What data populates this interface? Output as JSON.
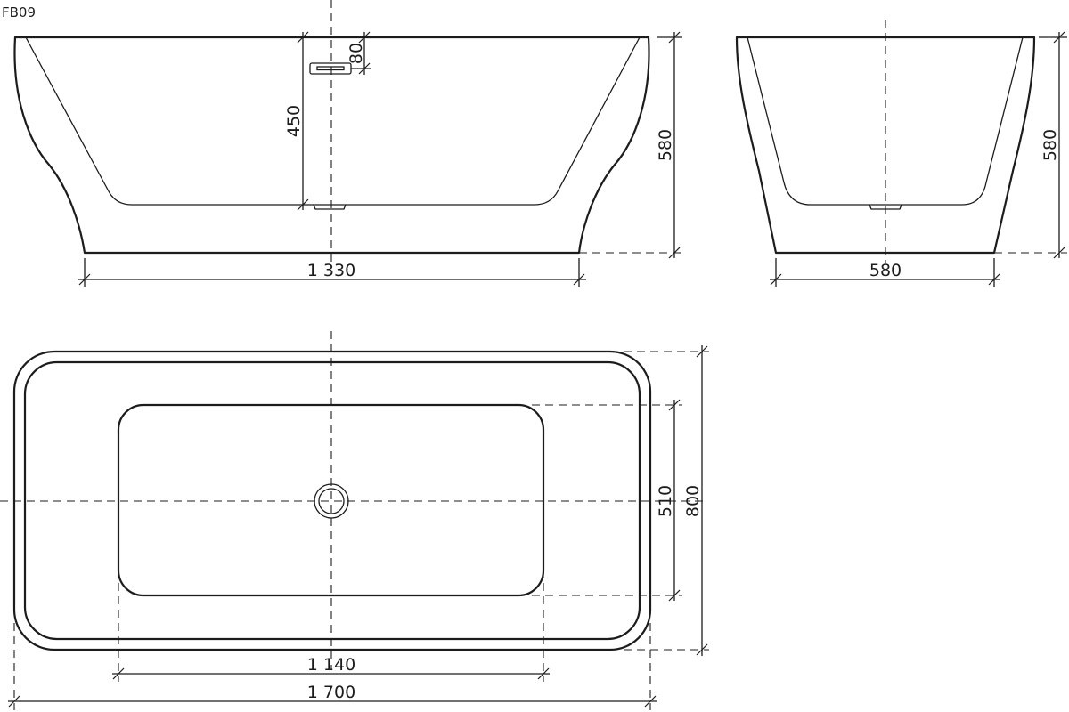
{
  "model_label": "FB09",
  "side_view": {
    "dimensions": {
      "overflow_offset": "80",
      "overflow_height": "450",
      "height": "580",
      "base_length": "1 330"
    }
  },
  "end_view": {
    "dimensions": {
      "height": "580",
      "base_width": "580"
    }
  },
  "plan_view": {
    "dimensions": {
      "inner_width": "510",
      "outer_width": "800",
      "inner_length": "1 140",
      "outer_length": "1 700"
    }
  }
}
